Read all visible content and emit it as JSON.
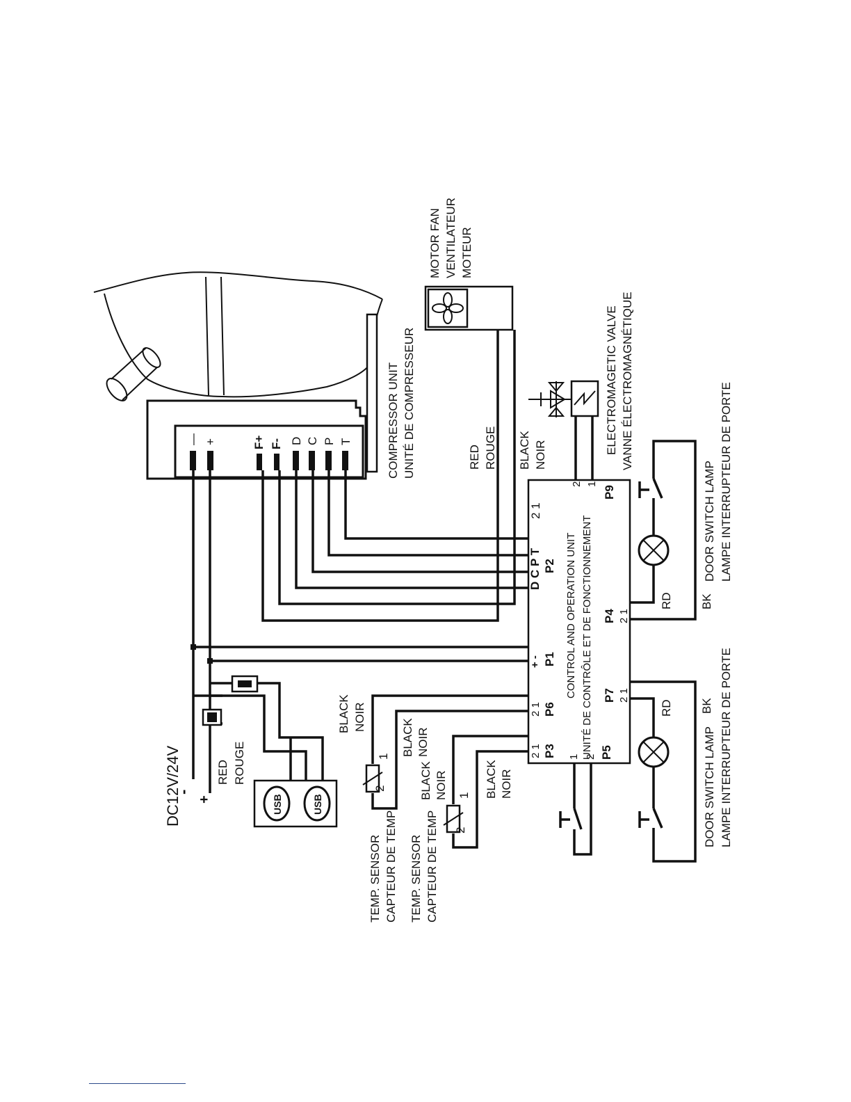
{
  "power": {
    "voltage": "DC12V/24V",
    "minus": "-",
    "plus": "+",
    "wire": [
      "RED",
      "ROUGE"
    ]
  },
  "usb": {
    "label": "USB"
  },
  "compressor": {
    "label": [
      "COMPRESSOR UNIT",
      "UNITÉ DE COMPRESSEUR"
    ],
    "terminals": [
      "—",
      "+",
      "F+",
      "F-",
      "D",
      "C",
      "P",
      "T"
    ]
  },
  "fan": {
    "label": [
      "MOTOR FAN",
      "VENTILATEUR",
      "MOTEUR"
    ],
    "wire_red": [
      "RED",
      "ROUGE"
    ],
    "wire_black": [
      "BLACK",
      "NOIR"
    ]
  },
  "valve": {
    "label": [
      "ELECTROMAGETIC VALVE",
      "VANNE ÉLECTROMAGNÉTIQUE"
    ]
  },
  "control": {
    "label": [
      "CONTROL AND OPERATION UNIT",
      "UNITÉ DE CONTRÔLE ET DE FONCTIONNEMENT"
    ],
    "ports": {
      "p1": "P1",
      "p1_pins": "+ -",
      "p2": "P2",
      "p2_pins": "D C P T",
      "p3": "P3",
      "p3_pins": "2 1",
      "p4": "P4",
      "p4_pins": "2 1",
      "p5": "P5",
      "p5_pin1": "1",
      "p5_pin2": "2",
      "p6": "P6",
      "p6_pins": "2 1",
      "p7": "P7",
      "p7_pins": "2 1",
      "p9": "P9",
      "p9_pin1": "1",
      "p9_pin2": "2",
      "top_pins": "2 1"
    }
  },
  "sensors": [
    {
      "label": [
        "TEMP. SENSOR",
        "CAPTEUR DE TEMP"
      ],
      "wire": [
        "BLACK",
        "NOIR"
      ],
      "pin1": "1",
      "pin2": "2"
    },
    {
      "label": [
        "TEMP. SENSOR",
        "CAPTEUR DE TEMP"
      ],
      "wire": [
        "BLACK",
        "NOIR"
      ],
      "pin1": "1",
      "pin2": "2"
    }
  ],
  "extra_wires": [
    [
      "BLACK",
      "NOIR"
    ],
    [
      "BLACK",
      "NOIR"
    ]
  ],
  "door_lamps": [
    {
      "label": [
        "DOOR SWITCH LAMP",
        "LAMPE INTERRUPTEUR DE PORTE"
      ],
      "rd": "RD",
      "bk": "BK"
    },
    {
      "label": [
        "DOOR SWITCH LAMP",
        "LAMPE INTERRUPTEUR DE PORTE"
      ],
      "rd": "RD",
      "bk": "BK"
    }
  ]
}
